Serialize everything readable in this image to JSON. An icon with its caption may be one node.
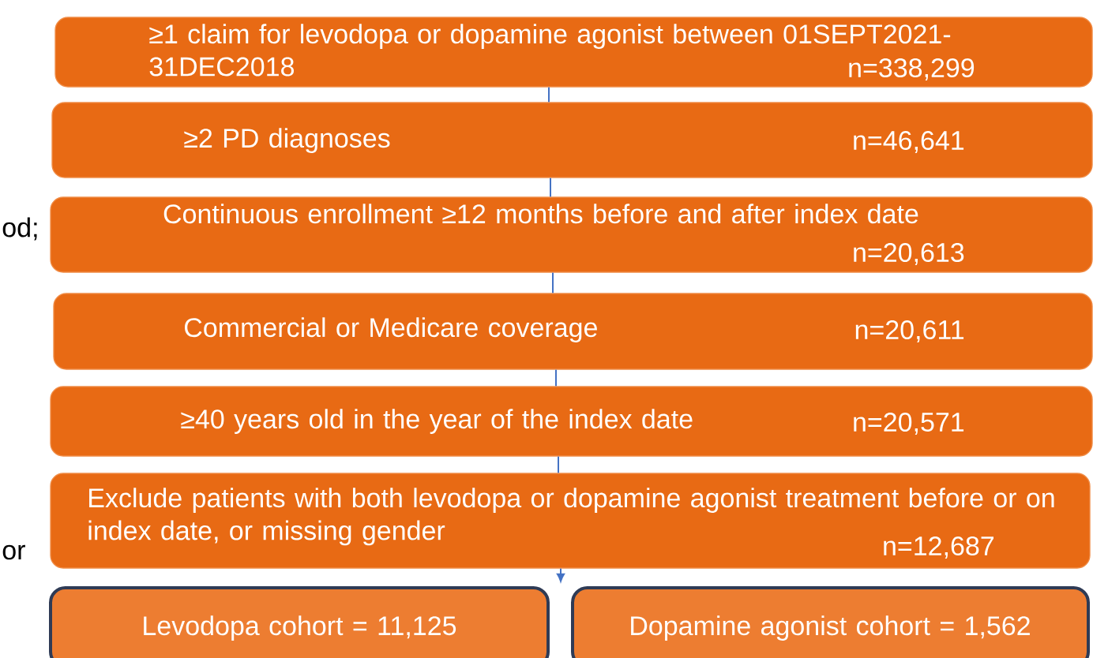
{
  "diagram": {
    "nodes": [
      {
        "text": [
          "≥1 claim for levodopa or dopamine agonist between 01SEPT2021-31DEC2018",
          "n=338,299"
        ]
      },
      {
        "text": [
          "≥2 PD diagnoses",
          "n=46,641"
        ]
      },
      {
        "text": [
          "Continuous enrollment ≥12 months before and after index date",
          "n=20,613"
        ]
      },
      {
        "text": [
          "Commercial or Medicare coverage",
          "n=20,611"
        ]
      },
      {
        "text": [
          "≥40 years old in the year of the index date",
          "n=20,571"
        ]
      },
      {
        "text": [
          "Exclude patients with both levodopa or dopamine agonist treatment before or on index date, or missing gender",
          "n=12,687"
        ]
      },
      {
        "text": [
          "Levodopa cohort = 11,125"
        ]
      },
      {
        "text": [
          "Dopamine agonist cohort = 1,562"
        ]
      }
    ],
    "edges": [
      {
        "from": 0,
        "to": 1,
        "arrow": "none"
      },
      {
        "from": 1,
        "to": 2,
        "arrow": "none"
      },
      {
        "from": 2,
        "to": 3,
        "arrow": "none"
      },
      {
        "from": 3,
        "to": 4,
        "arrow": "none"
      },
      {
        "from": 4,
        "to": 5,
        "arrow": "none"
      },
      {
        "from": 5,
        "to": null,
        "arrow": "to"
      }
    ],
    "labels": [
      "od;",
      "or"
    ]
  }
}
